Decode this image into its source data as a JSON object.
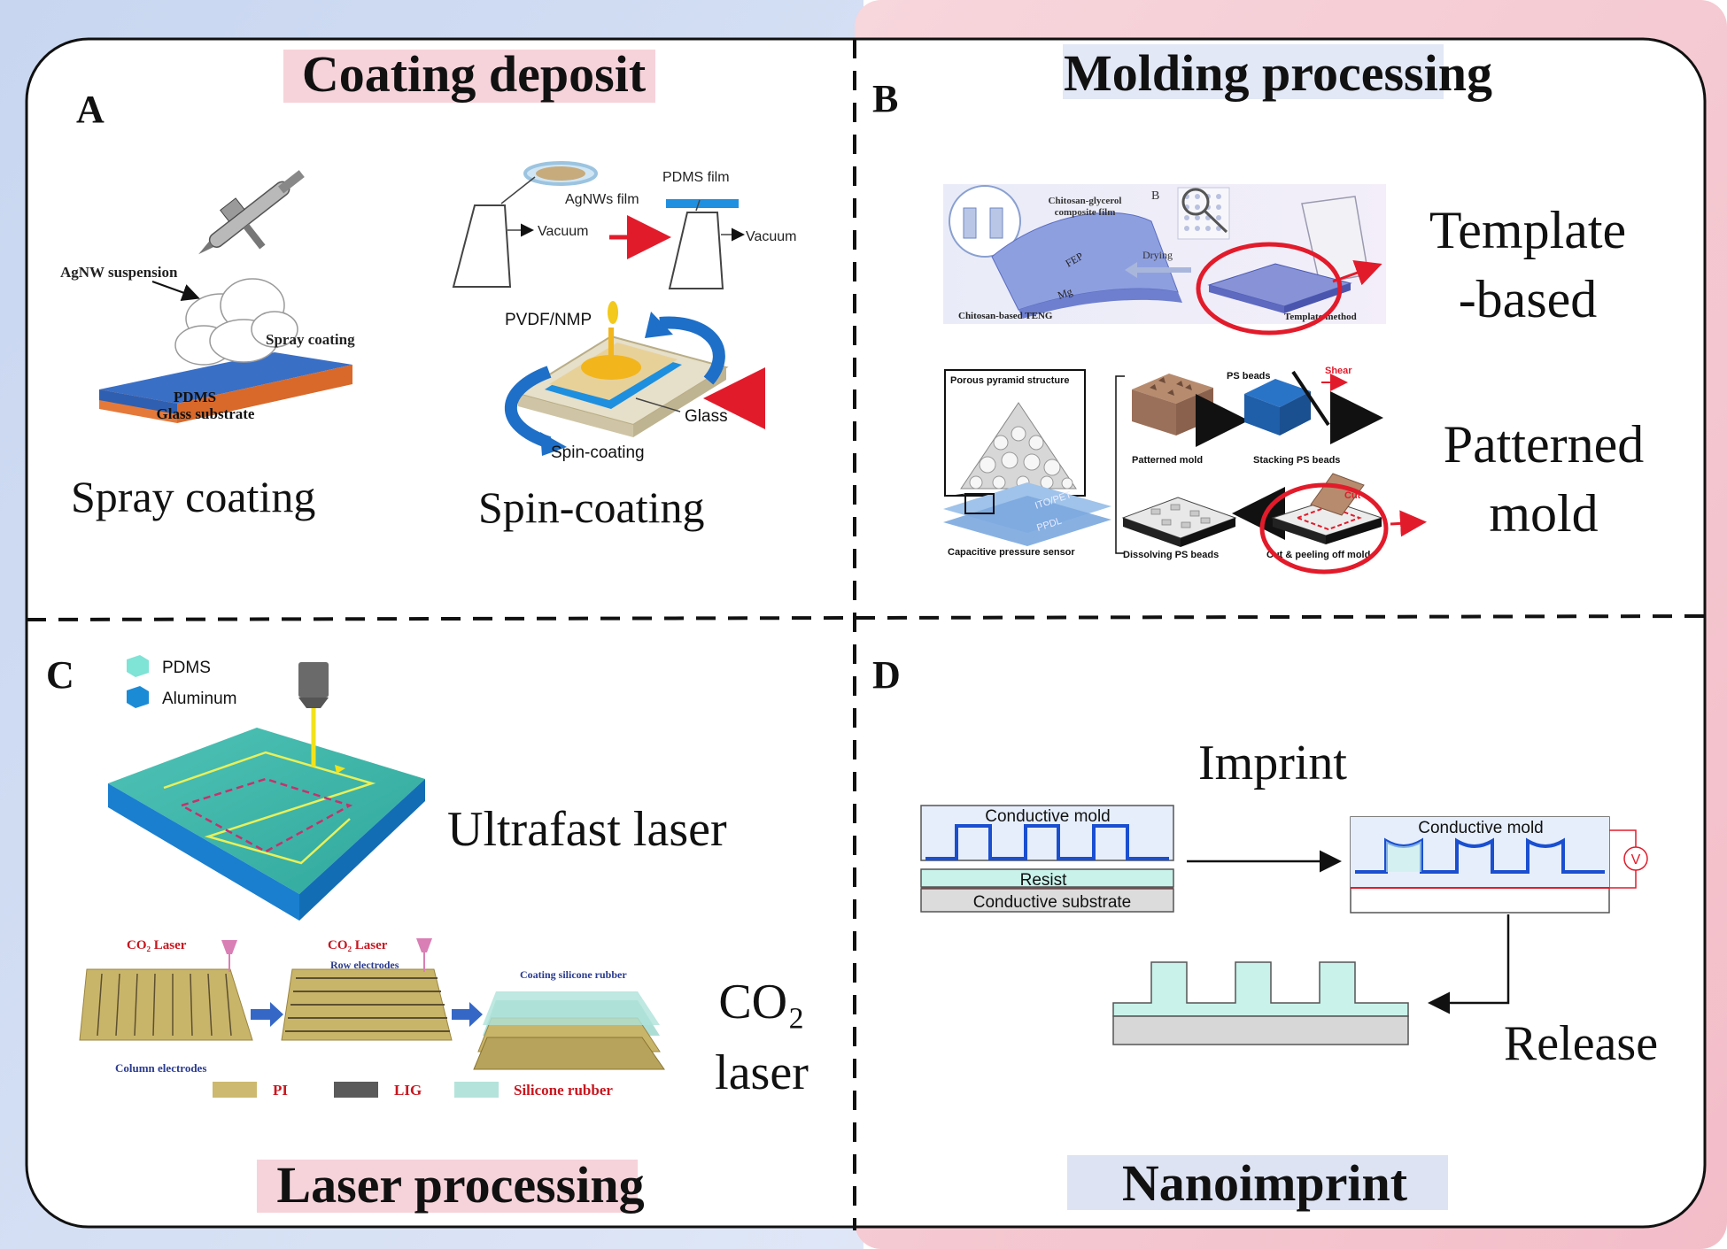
{
  "panels": {
    "a": {
      "letter": "A",
      "title": "Coating deposit",
      "spray": {
        "caption": "Spray coating",
        "label_suspension": "AgNW suspension",
        "label_spray": "Spray coating",
        "label_pdms": "PDMS",
        "label_glass": "Glass substrate"
      },
      "spin": {
        "caption": "Spin-coating",
        "label_agnws": "AgNWs film",
        "label_pdms_film": "PDMS film",
        "label_vacuum_1": "Vacuum",
        "label_vacuum_2": "Vacuum",
        "label_pvdf": "PVDF/NMP",
        "label_glass": "Glass",
        "label_spin": "Spin-coating"
      }
    },
    "b": {
      "letter": "B",
      "title": "Molding  processing",
      "template": {
        "caption_line1": "Template",
        "caption_line2": "-based",
        "sub_letter": "B",
        "label_film_1": "Chitosan-glycerol",
        "label_film_2": "composite film",
        "label_fep": "FEP",
        "label_mg": "Mg",
        "label_drying": "Drying",
        "label_teng": "Chitosan-based TENG",
        "label_method": "Template method"
      },
      "patterned": {
        "caption_line1": "Patterned",
        "caption_line2": "mold",
        "label_porous": "Porous pyramid structure",
        "label_ito": "ITO/PET",
        "label_ppdl": "PPDL",
        "label_sensor": "Capacitive pressure sensor",
        "label_ps_beads": "PS beads",
        "label_shear": "Shear",
        "label_patterned_mold": "Patterned mold",
        "label_stacking": "Stacking PS beads",
        "label_cut": "Cut",
        "label_dissolving": "Dissolving PS beads",
        "label_cut_peel": "Cut & peeling off mold"
      }
    },
    "c": {
      "letter": "C",
      "title": "Laser processing",
      "ultrafast": {
        "caption": "Ultrafast laser",
        "legend_pdms": "PDMS",
        "legend_aluminum": "Aluminum"
      },
      "co2": {
        "caption_line1": "CO₂",
        "caption_line2": "laser",
        "label_laser_1": "CO₂ Laser",
        "label_laser_2": "CO₂ Laser",
        "label_row": "Row electrodes",
        "label_coating": "Coating silicone rubber",
        "label_column": "Column electrodes",
        "legend_pi": "PI",
        "legend_lig": "LIG",
        "legend_silicone": "Silicone rubber"
      }
    },
    "d": {
      "letter": "D",
      "title": "Nanoimprint",
      "label_imprint": "Imprint",
      "label_release": "Release",
      "label_mold_1": "Conductive mold",
      "label_mold_2": "Conductive mold",
      "label_resist": "Resist",
      "label_substrate": "Conductive substrate",
      "label_voltage": "V"
    }
  }
}
